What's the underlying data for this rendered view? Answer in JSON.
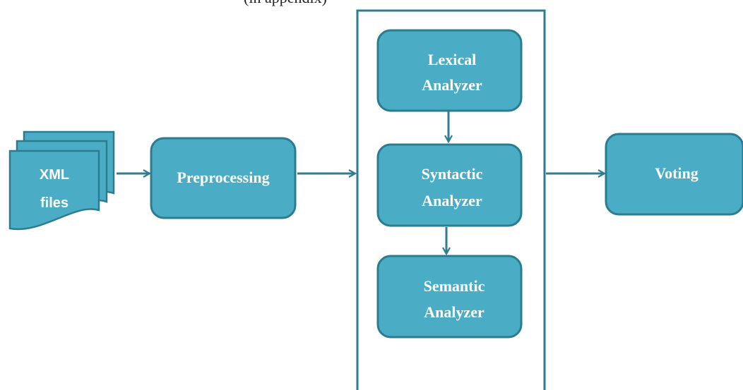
{
  "colors": {
    "fill": "#4bacc6",
    "stroke": "#2c7c8f",
    "text": "#ffffff",
    "line": "#2f7d8e"
  },
  "caption": "(in appendix)",
  "nodes": {
    "xml_files": "XML files",
    "preprocessing": "Preprocessing",
    "lexical": "Lexical Analyzer",
    "syntactic": "Syntactic Analyzer",
    "semantic": "Semantic Analyzer",
    "voting": "Voting"
  }
}
